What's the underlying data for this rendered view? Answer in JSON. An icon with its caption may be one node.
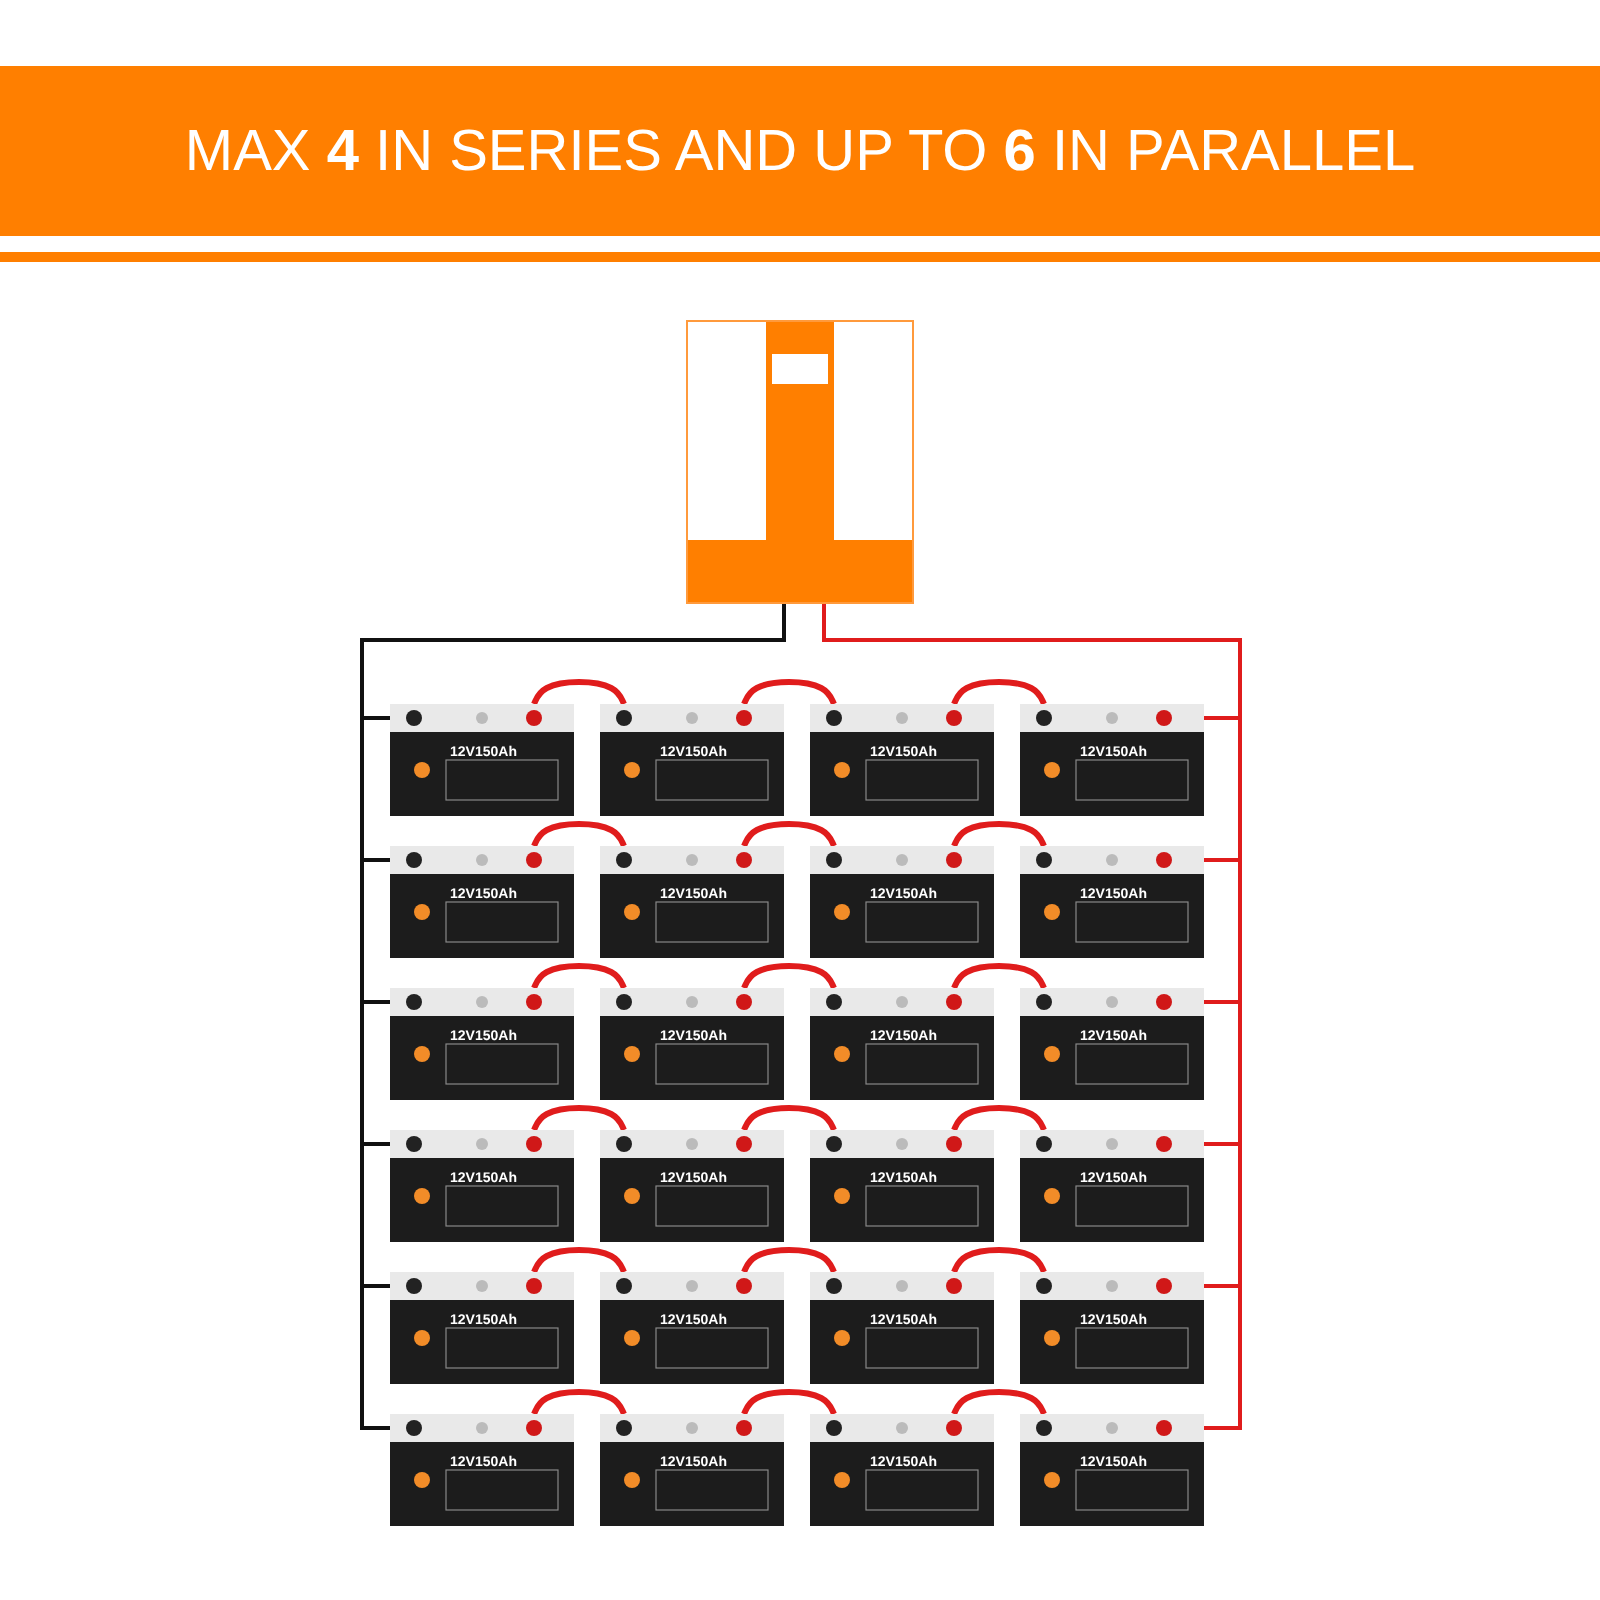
{
  "diagram": {
    "title": "MAX **4** IN SERIES AND UP TO **6** IN PARALLEL",
    "nodes": [
      {
        "text": [],
        "shape": "picture"
      },
      {
        "text": [
          "12V150Ah"
        ]
      },
      {
        "text": [
          "12V150Ah"
        ]
      },
      {
        "text": [
          "12V150Ah"
        ]
      },
      {
        "text": [
          "12V150Ah"
        ]
      },
      {
        "text": [
          "12V150Ah"
        ]
      },
      {
        "text": [
          "12V150Ah"
        ]
      },
      {
        "text": [
          "12V150Ah"
        ]
      },
      {
        "text": [
          "12V150Ah"
        ]
      },
      {
        "text": [
          "12V150Ah"
        ]
      },
      {
        "text": [
          "12V150Ah"
        ]
      },
      {
        "text": [
          "12V150Ah"
        ]
      },
      {
        "text": [
          "12V150Ah"
        ]
      },
      {
        "text": [
          "12V150Ah"
        ]
      },
      {
        "text": [
          "12V150Ah"
        ]
      },
      {
        "text": [
          "12V150Ah"
        ]
      },
      {
        "text": [
          "12V150Ah"
        ]
      },
      {
        "text": [
          "12V150Ah"
        ]
      },
      {
        "text": [
          "12V150Ah"
        ]
      },
      {
        "text": [
          "12V150Ah"
        ]
      },
      {
        "text": [
          "12V150Ah"
        ]
      },
      {
        "text": [
          "12V150Ah"
        ]
      },
      {
        "text": [
          "12V150Ah"
        ]
      },
      {
        "text": [
          "12V150Ah"
        ]
      },
      {
        "text": [
          "12V150Ah"
        ]
      }
    ],
    "edges": [
      {
        "from": 1,
        "to": 2,
        "arrow": "none"
      },
      {
        "from": 2,
        "to": 3,
        "arrow": "none"
      },
      {
        "from": 3,
        "to": 4,
        "arrow": "none"
      },
      {
        "from": 5,
        "to": 6,
        "arrow": "none"
      },
      {
        "from": 6,
        "to": 7,
        "arrow": "none"
      },
      {
        "from": 7,
        "to": 8,
        "arrow": "none"
      },
      {
        "from": 9,
        "to": 10,
        "arrow": "none"
      },
      {
        "from": 10,
        "to": 11,
        "arrow": "none"
      },
      {
        "from": 11,
        "to": 12,
        "arrow": "none"
      },
      {
        "from": 13,
        "to": 14,
        "arrow": "none"
      },
      {
        "from": 14,
        "to": 15,
        "arrow": "none"
      },
      {
        "from": 15,
        "to": 16,
        "arrow": "none"
      },
      {
        "from": 17,
        "to": 18,
        "arrow": "none"
      },
      {
        "from": 18,
        "to": 19,
        "arrow": "none"
      },
      {
        "from": 19,
        "to": 20,
        "arrow": "none"
      },
      {
        "from": 21,
        "to": 22,
        "arrow": "none"
      },
      {
        "from": 22,
        "to": 23,
        "arrow": "none"
      },
      {
        "from": 23,
        "to": 24,
        "arrow": "none"
      },
      {
        "from": 0,
        "to": 1,
        "arrow": "none",
        "color": "#111111"
      },
      {
        "from": 0,
        "to": 5,
        "arrow": "none",
        "color": "#111111"
      },
      {
        "from": 0,
        "to": 9,
        "arrow": "none",
        "color": "#111111"
      },
      {
        "from": 0,
        "to": 13,
        "arrow": "none",
        "color": "#111111"
      },
      {
        "from": 0,
        "to": 17,
        "arrow": "none",
        "color": "#111111"
      },
      {
        "from": 0,
        "to": 21,
        "arrow": "none",
        "color": "#111111"
      },
      {
        "from": 0,
        "to": 4,
        "arrow": "none"
      },
      {
        "from": 0,
        "to": 8,
        "arrow": "none"
      },
      {
        "from": 0,
        "to": 12,
        "arrow": "none"
      },
      {
        "from": 0,
        "to": 16,
        "arrow": "none"
      },
      {
        "from": 0,
        "to": 20,
        "arrow": "none"
      },
      {
        "from": 0,
        "to": 24,
        "arrow": "none"
      }
    ]
  }
}
